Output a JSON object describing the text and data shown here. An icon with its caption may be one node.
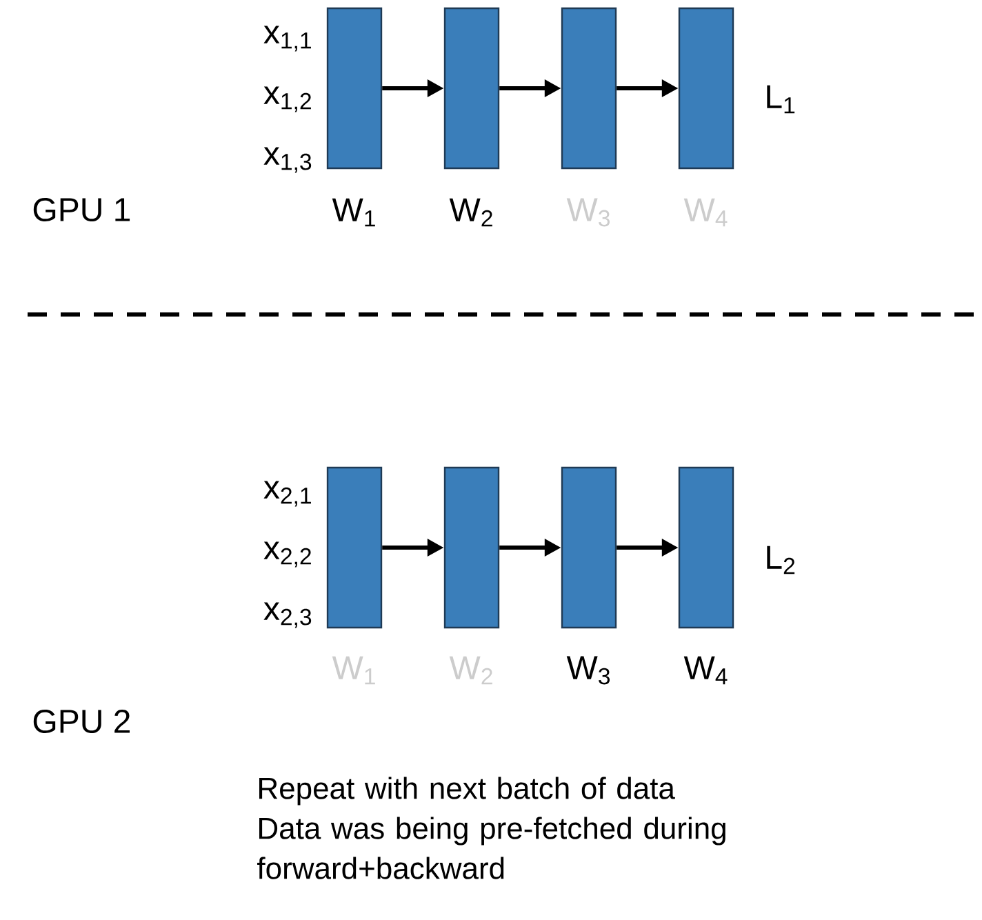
{
  "diagram": {
    "nodes": [
      {
        "text": [],
        "shape": "bar",
        "beside": [
          "W$_{1}$"
        ]
      },
      {
        "text": [],
        "shape": "bar",
        "beside": [
          "W$_{2}$"
        ]
      },
      {
        "text": [],
        "shape": "bar",
        "beside": [
          "W$_{3}$"
        ]
      },
      {
        "text": [],
        "shape": "bar",
        "beside": [
          "W$_{4}$"
        ]
      },
      {
        "text": [],
        "shape": "bar",
        "beside": [
          "W$_{1}$"
        ]
      },
      {
        "text": [],
        "shape": "bar",
        "beside": [
          "W$_{2}$"
        ]
      },
      {
        "text": [],
        "shape": "bar",
        "beside": [
          "W$_{3}$"
        ]
      },
      {
        "text": [],
        "shape": "bar",
        "beside": [
          "W$_{4}$"
        ]
      }
    ],
    "edges": [
      {
        "from": 0,
        "to": 1,
        "arrow": "to"
      },
      {
        "from": 1,
        "to": 2,
        "arrow": "to"
      },
      {
        "from": 2,
        "to": 3,
        "arrow": "to"
      },
      {
        "from": 4,
        "to": 5,
        "arrow": "to"
      },
      {
        "from": 5,
        "to": 6,
        "arrow": "to"
      },
      {
        "from": 6,
        "to": 7,
        "arrow": "to"
      }
    ],
    "labels": [
      "x$_{1,1}$",
      "x$_{1,2}$",
      "x$_{1,3}$",
      "L$_{1}$",
      "GPU 1",
      "x$_{2,1}$",
      "x$_{2,2}$",
      "x$_{2,3}$",
      "L$_{2}$",
      "GPU 2",
      "Repeat with next batch of data",
      "Data was being pre-fetched during forward+backward"
    ]
  }
}
